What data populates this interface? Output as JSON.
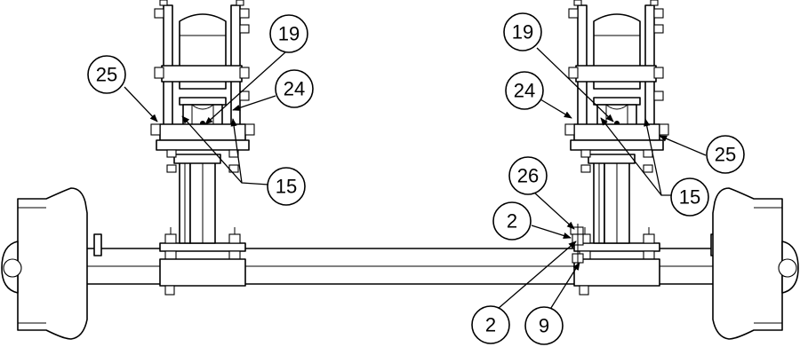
{
  "callouts": {
    "c1": "25",
    "c2": "19",
    "c3": "24",
    "c4": "15",
    "c5": "19",
    "c6": "24",
    "c7": "25",
    "c8": "15",
    "c9": "26",
    "c10": "2",
    "c11": "2",
    "c12": "9"
  }
}
